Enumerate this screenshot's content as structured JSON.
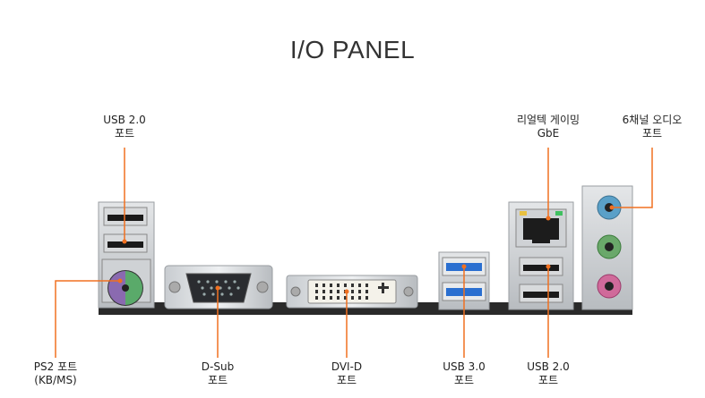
{
  "title": "I/O PANEL",
  "colors": {
    "accent_line": "#f07020",
    "audio_blue": "#5aa0c8",
    "audio_green": "#6aa86a",
    "audio_pink": "#d06a9a",
    "usb3_blue": "#2a6fd0"
  },
  "labels": {
    "usb20_top": {
      "line1": "USB 2.0",
      "line2": "포트"
    },
    "gbe": {
      "line1": "리얼텍 게이밍",
      "line2": "GbE"
    },
    "audio": {
      "line1": "6채널 오디오",
      "line2": "포트"
    },
    "ps2": {
      "line1": "PS2 포트",
      "line2": "(KB/MS)"
    },
    "dsub": {
      "line1": "D-Sub",
      "line2": "포트"
    },
    "dvid": {
      "line1": "DVI-D",
      "line2": "포트"
    },
    "usb30": {
      "line1": "USB 3.0",
      "line2": "포트"
    },
    "usb20_bottom": {
      "line1": "USB 2.0",
      "line2": "포트"
    }
  }
}
